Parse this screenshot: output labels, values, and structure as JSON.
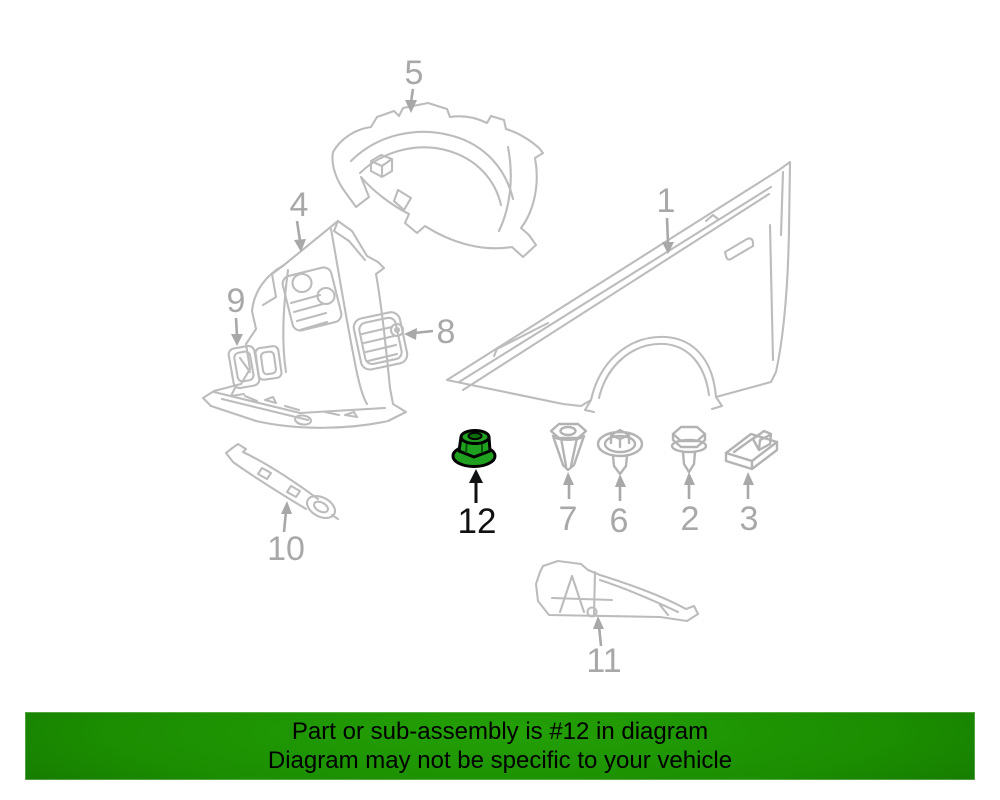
{
  "diagram": {
    "line_color": "#bcbcbc",
    "label_color": "#a8a8a8",
    "highlight_color": "#1fa11f",
    "highlight_outline_color": "#000000",
    "highlight_label_color": "#111111",
    "parts": [
      {
        "number": "1",
        "highlighted": false
      },
      {
        "number": "2",
        "highlighted": false
      },
      {
        "number": "3",
        "highlighted": false
      },
      {
        "number": "4",
        "highlighted": false
      },
      {
        "number": "5",
        "highlighted": false
      },
      {
        "number": "6",
        "highlighted": false
      },
      {
        "number": "7",
        "highlighted": false
      },
      {
        "number": "8",
        "highlighted": false
      },
      {
        "number": "9",
        "highlighted": false
      },
      {
        "number": "10",
        "highlighted": false
      },
      {
        "number": "11",
        "highlighted": false
      },
      {
        "number": "12",
        "highlighted": true
      }
    ]
  },
  "banner": {
    "line1": "Part or sub-assembly is #12 in diagram",
    "line2": "Diagram may not be specific to your vehicle",
    "background_color": "#1b8e01",
    "text_color": "#000000"
  }
}
